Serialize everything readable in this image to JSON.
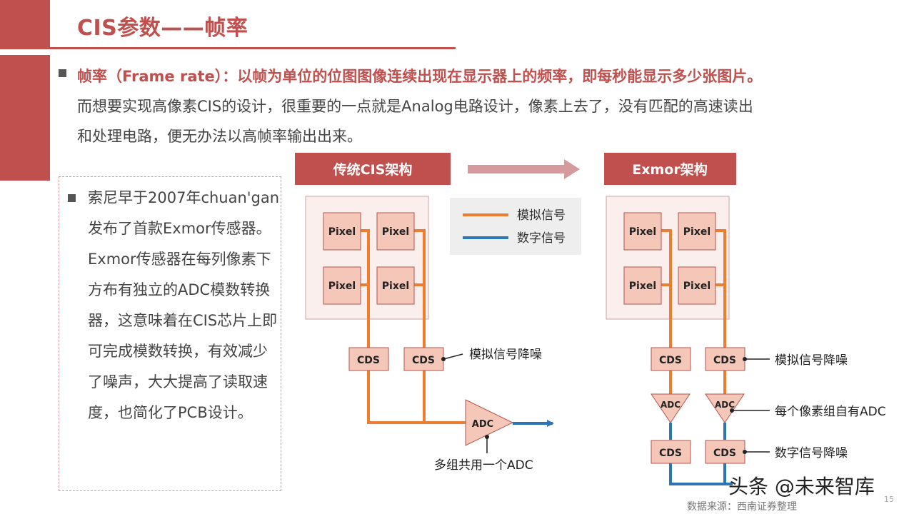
{
  "title": "CIS参数——帧率",
  "intro": {
    "line1": "帧率（Frame rate）：以帧为单位的位图图像连续出现在显示器上的频率，即每秒能显示多少张图片。",
    "line2": "而想要实现高像素CIS的设计，很重要的一点就是Analog电路设计，像素上去了，没有匹配的高速读出",
    "line3": "和处理电路，便无办法以高帧率输出出来。"
  },
  "sidebar_text": "索尼早于2007年chuan'gan发布了首款Exmor传感器。Exmor传感器在每列像素下方布有独立的ADC模数转换器，这意味着在CIS芯片上即可完成模数转换，有效减少了噪声，大大提高了读取速度，也简化了PCB设计。",
  "diagram": {
    "left_title": "传统CIS架构",
    "right_title": "Exmor架构",
    "pixel_label": "Pixel",
    "cds_label": "CDS",
    "adc_label": "ADC",
    "legend": {
      "analog": "模拟信号",
      "digital": "数字信号"
    },
    "annotations": {
      "analog_denoise": "模拟信号降噪",
      "shared_adc": "多组共用一个ADC",
      "per_group_adc": "每个像素组自有ADC",
      "digital_denoise": "数字信号降噪"
    }
  },
  "credit": "数据来源：西南证券整理",
  "watermark": "头条 @未来智库",
  "page_number": "15",
  "colors": {
    "accent": "#c0504d",
    "analog_line": "#ed7d31",
    "digital_line": "#2e75b6",
    "cell_fill": "#f4c7b9",
    "panel_fill": "#fbefee"
  }
}
